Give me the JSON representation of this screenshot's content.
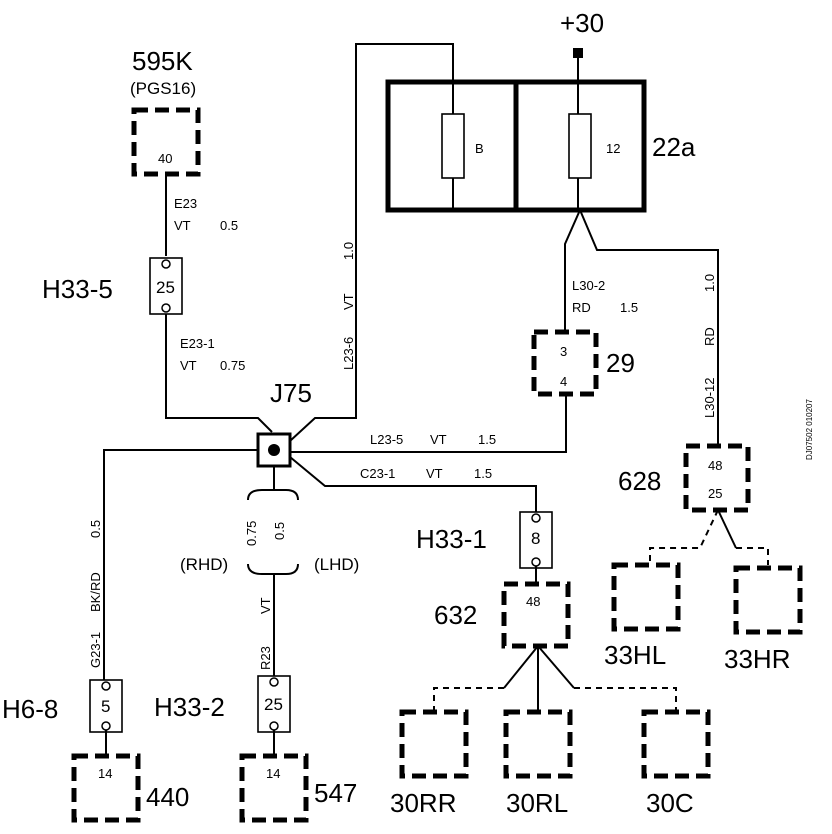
{
  "supply": {
    "label": "+30"
  },
  "fusebox": {
    "label": "22a",
    "fuse_b": "B",
    "fuse_12": "12"
  },
  "comp_595k": {
    "label": "595K",
    "sub": "(PGS16)",
    "pin": "40"
  },
  "wire_e23": {
    "code": "E23",
    "color": "VT",
    "size": "0.5"
  },
  "h33_5": {
    "label": "H33-5",
    "pin": "25"
  },
  "wire_e23_1": {
    "code": "E23-1",
    "color": "VT",
    "size": "0.75"
  },
  "wire_l23_6": {
    "code": "L23-6",
    "color": "VT",
    "size": "1.0"
  },
  "junction": {
    "label": "J75"
  },
  "wire_l30_2": {
    "code": "L30-2",
    "color": "RD",
    "size": "1.5"
  },
  "comp_29": {
    "label": "29",
    "pin_top": "3",
    "pin_bottom": "4"
  },
  "wire_l30_12": {
    "code": "L30-12",
    "color": "RD",
    "size": "1.0"
  },
  "comp_628": {
    "label": "628",
    "pin_top": "48",
    "pin_bottom": "25"
  },
  "wire_l23_5": {
    "code": "L23-5",
    "color": "VT",
    "size": "1.5"
  },
  "wire_c23_1": {
    "code": "C23-1",
    "color": "VT",
    "size": "1.5"
  },
  "h33_1": {
    "label": "H33-1",
    "pin": "8"
  },
  "comp_632": {
    "label": "632",
    "pin": "48"
  },
  "lamp_33hl": {
    "label": "33HL"
  },
  "lamp_33hr": {
    "label": "33HR"
  },
  "lamp_30rr": {
    "label": "30RR"
  },
  "lamp_30rl": {
    "label": "30RL"
  },
  "lamp_30c": {
    "label": "30C"
  },
  "wire_g23_1": {
    "code": "G23-1",
    "color": "BK/RD",
    "size": "0.5"
  },
  "h6_8": {
    "label": "H6-8",
    "pin": "5"
  },
  "comp_440": {
    "label": "440",
    "pin": "14"
  },
  "variant": {
    "size_rhd": "0.75",
    "size_lhd": "0.5",
    "rhd": "(RHD)",
    "lhd": "(LHD)"
  },
  "wire_r23": {
    "code": "R23",
    "color": "VT"
  },
  "h33_2": {
    "label": "H33-2",
    "pin": "25"
  },
  "comp_547": {
    "label": "547",
    "pin": "14"
  },
  "doc_ref": "DJ07502 010207"
}
